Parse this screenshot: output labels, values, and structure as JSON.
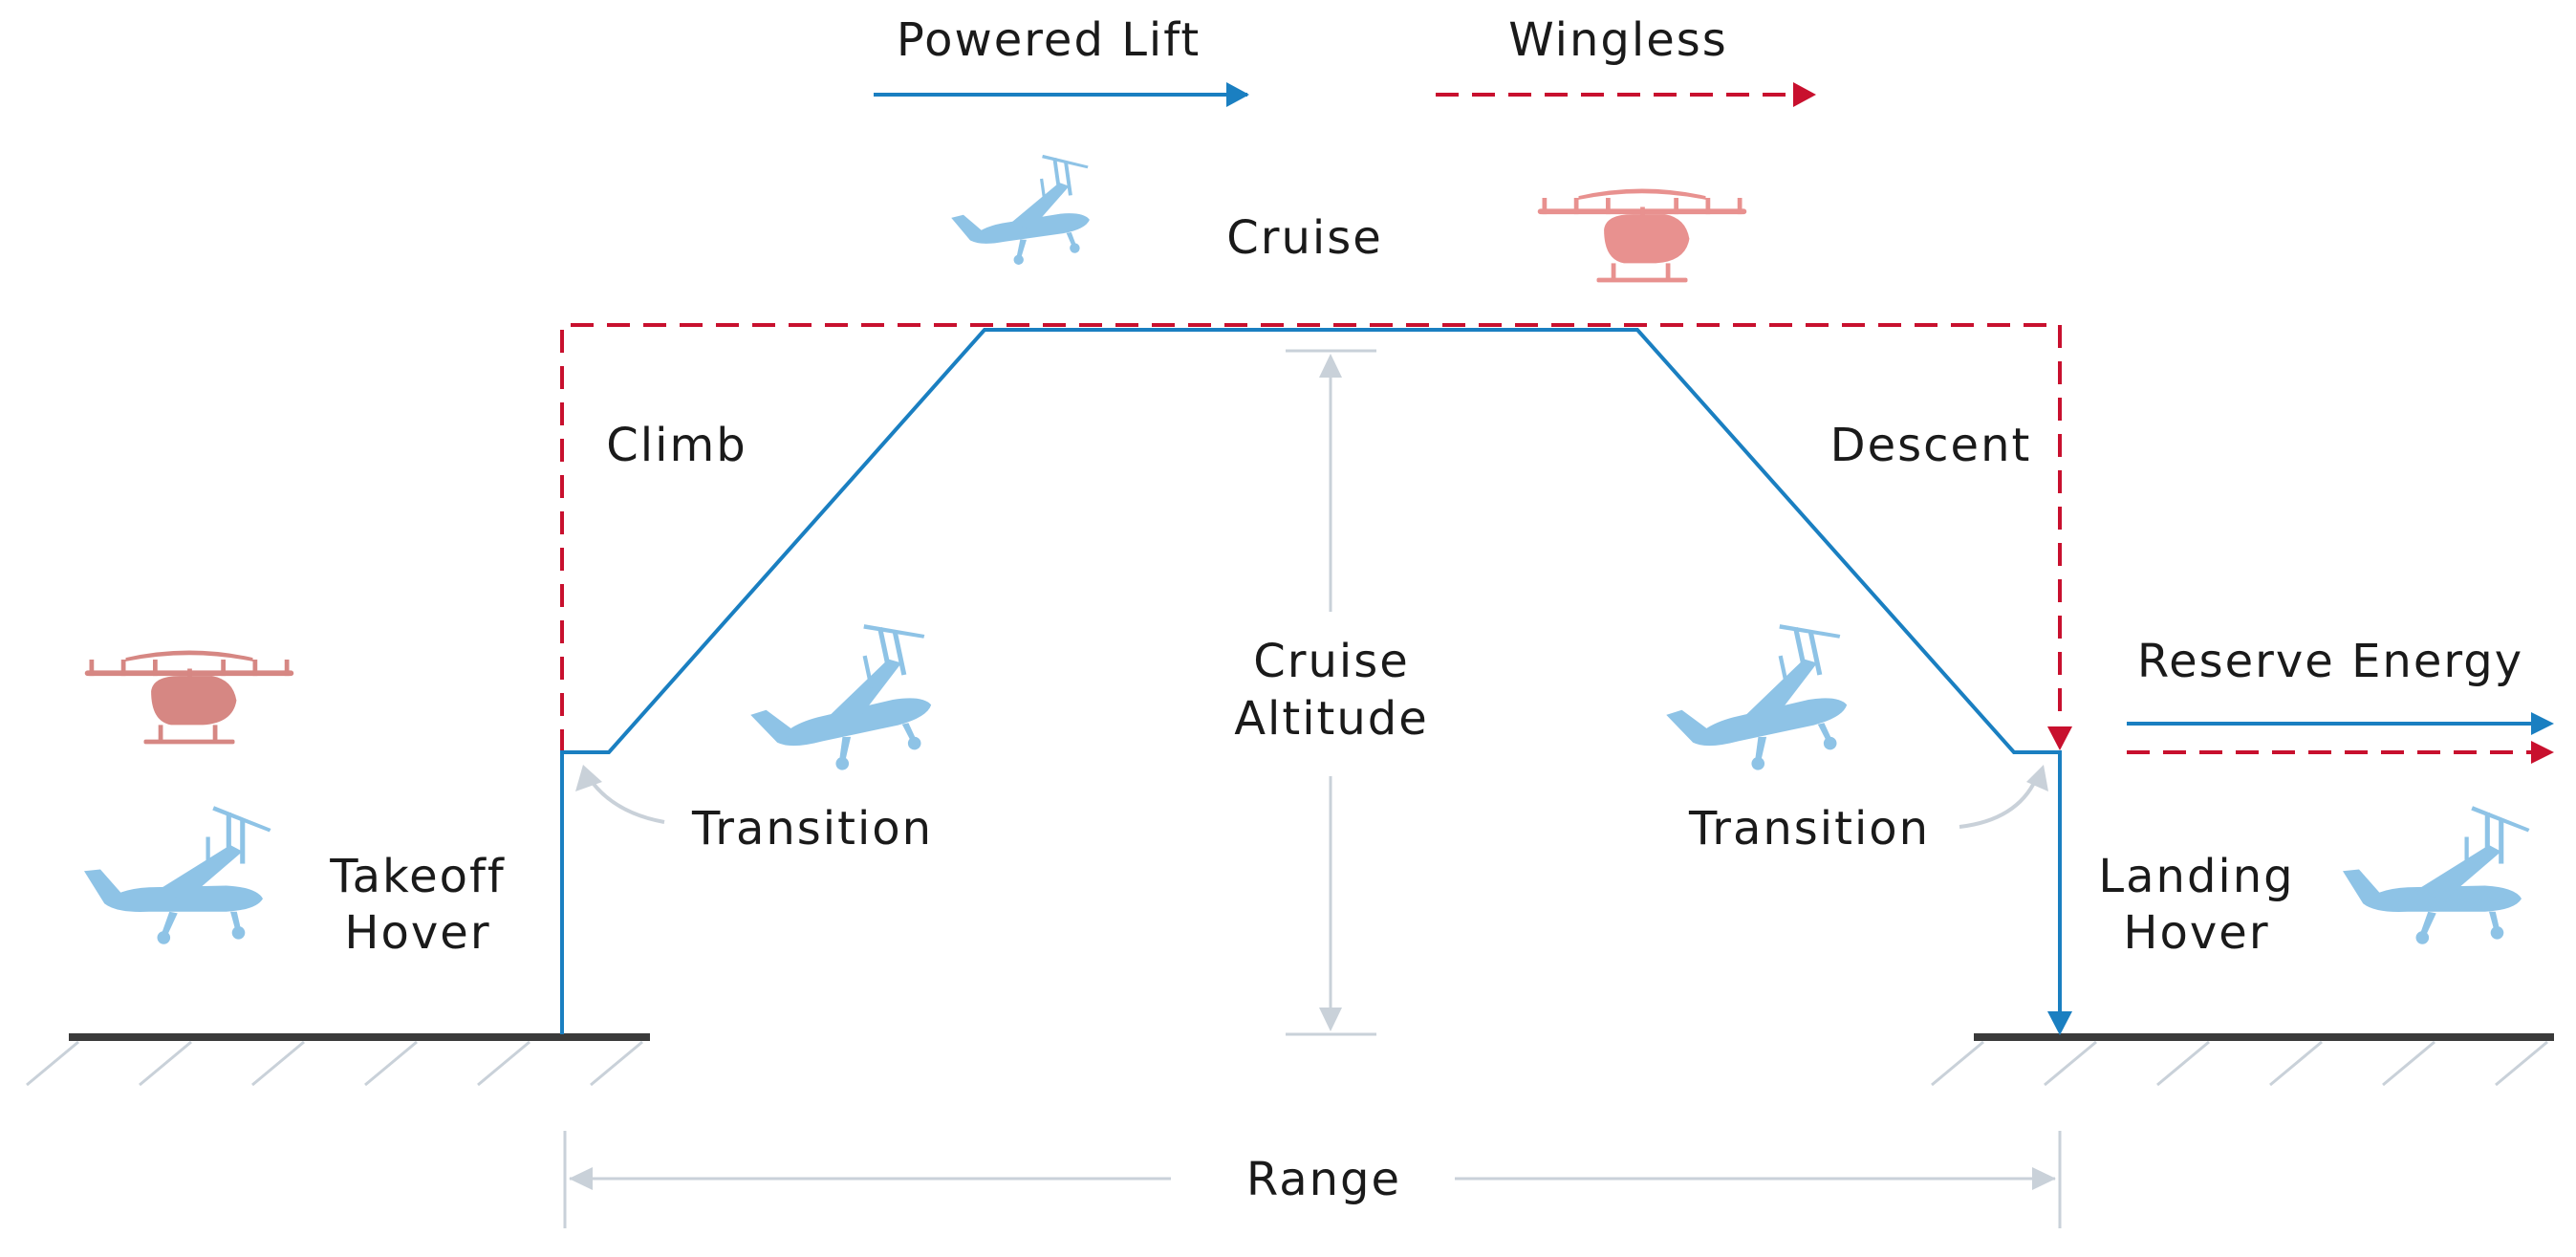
{
  "legend": {
    "powered_lift": "Powered Lift",
    "wingless": "Wingless"
  },
  "labels": {
    "cruise": "Cruise",
    "climb": "Climb",
    "descent": "Descent",
    "cruise_altitude_line1": "Cruise",
    "cruise_altitude_line2": "Altitude",
    "transition_left": "Transition",
    "transition_right": "Transition",
    "takeoff_line1": "Takeoff",
    "takeoff_line2": "Hover",
    "landing_line1": "Landing",
    "landing_line2": "Hover",
    "reserve_energy": "Reserve Energy",
    "range": "Range"
  },
  "colors": {
    "powered_lift": "#1a7fc1",
    "wingless": "#c8102e",
    "powered_lift_icon": "#8ec3e6",
    "wingless_icon": "#e8918f",
    "dimension": "#c9d1d9",
    "ground": "#3a3a3a"
  },
  "icons": {
    "powered_lift_aircraft": "tilt-rotor-evtol-icon",
    "wingless_aircraft": "multicopter-icon"
  }
}
